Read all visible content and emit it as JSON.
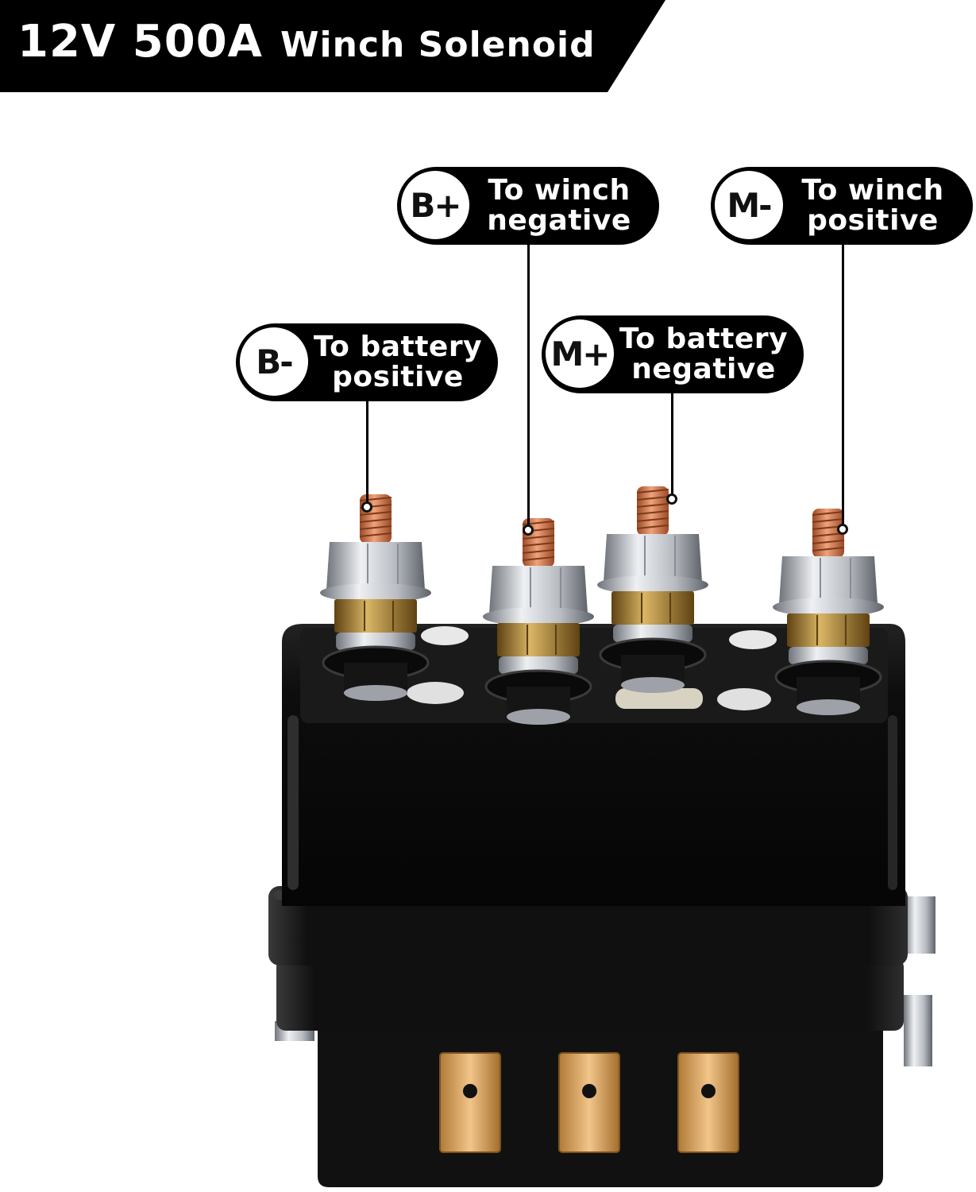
{
  "banner": {
    "title_main": "12V 500A",
    "title_sub": "Winch Solenoid"
  },
  "callouts": [
    {
      "code": "B+",
      "line1": "To winch",
      "line2": "negative"
    },
    {
      "code": "M-",
      "line1": "To winch",
      "line2": "positive"
    },
    {
      "code": "B-",
      "line1": "To battery",
      "line2": "positive"
    },
    {
      "code": "M+",
      "line1": "To battery",
      "line2": "negative"
    }
  ],
  "colors": {
    "banner_bg": "#000000",
    "banner_text": "#ffffff",
    "callout_bg": "#000000",
    "callout_text": "#ffffff",
    "code_circle_bg": "#ffffff",
    "code_text": "#111111",
    "housing": "#0c0c0c",
    "copper": "#d4774a",
    "brass": "#a8822f",
    "steel": "#c9ccd1",
    "terminal_tab": "#d8a15c"
  }
}
